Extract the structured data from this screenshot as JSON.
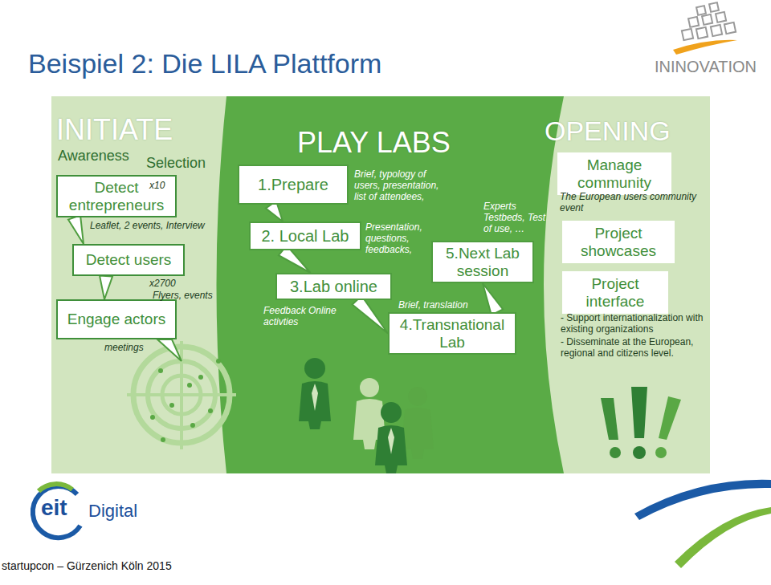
{
  "diagram": {
    "title": "Beispiel 2: Die LILA Plattform",
    "caption": "startupcon – Gürzenich Köln 2015",
    "nodes": [
      {
        "text": [
          "INITIATE"
        ]
      },
      {
        "text": [
          "Detect entrepreneurs"
        ],
        "in": 0
      },
      {
        "text": [
          "Detect users"
        ],
        "in": 0
      },
      {
        "text": [
          "Engage actors"
        ],
        "in": 0
      },
      {
        "text": [
          "PLAY LABS"
        ]
      },
      {
        "text": [
          "1.Prepare"
        ],
        "in": 4
      },
      {
        "text": [
          "2. Local Lab"
        ],
        "in": 4
      },
      {
        "text": [
          "3.Lab online"
        ],
        "in": 4
      },
      {
        "text": [
          "4.Transnational Lab"
        ],
        "in": 4
      },
      {
        "text": [
          "5.Next Lab session"
        ],
        "in": 4
      },
      {
        "text": [
          "OPENING"
        ]
      },
      {
        "text": [
          "Manage community"
        ],
        "in": 10
      },
      {
        "text": [
          "Project showcases"
        ],
        "in": 10
      },
      {
        "text": [
          "Project interface"
        ],
        "in": 10
      }
    ],
    "edges": [
      {
        "from": 1,
        "to": 2,
        "arrow": "none"
      },
      {
        "from": 2,
        "to": 3,
        "arrow": "none"
      },
      {
        "from": 5,
        "to": 6,
        "arrow": "none"
      },
      {
        "from": 6,
        "to": 7,
        "arrow": "none"
      },
      {
        "from": 7,
        "to": 8,
        "arrow": "none"
      },
      {
        "from": 8,
        "to": 9,
        "arrow": "none"
      }
    ],
    "labels": [
      "Awareness",
      "Selection",
      "x10",
      "Leaflet, 2 events, Interview",
      "x2700",
      "Flyers, events",
      "meetings",
      "Brief, typology of users, presentation, list of attendees,",
      "Presentation, questions, feedbacks,",
      "Feedback Online activties",
      "Experts Testbeds, Test of use, …",
      "Brief, translation",
      "The European users community event",
      "- Support internationalization with existing organizations",
      "- Disseminate at the European, regional and citizens level.",
      "ININOVATION",
      "eit",
      "Digital"
    ]
  }
}
